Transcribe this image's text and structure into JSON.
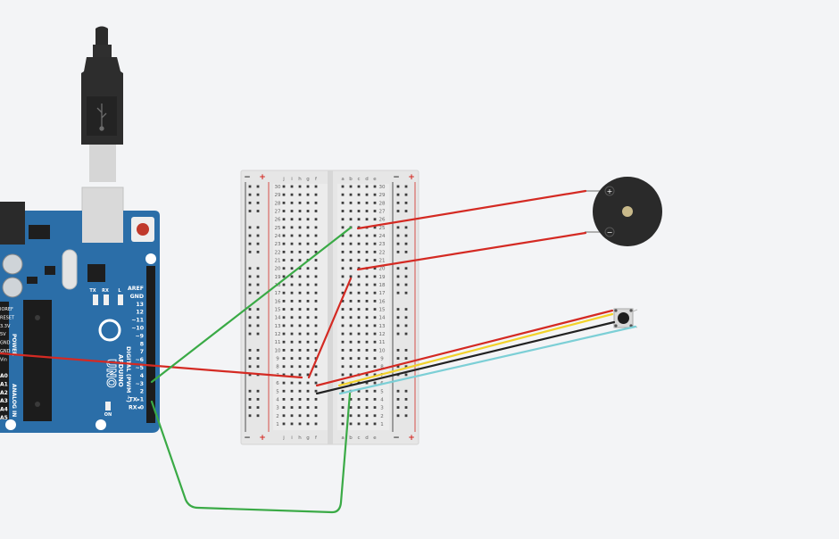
{
  "arduino": {
    "brand": "ARDUINO",
    "model": "UNO",
    "header_digital_title": "DIGITAL (PWM ~)",
    "header_power_title": "POWER",
    "header_analog_title": "ANALOG IN",
    "on_label": "ON",
    "tx_label": "TX",
    "rx_label": "RX",
    "l_label": "L",
    "digital_pins": [
      "AREF",
      "GND",
      "13",
      "12",
      "~11",
      "~10",
      "~9",
      "8",
      "7",
      "~6",
      "~5",
      "4",
      "~3",
      "2",
      "TX▸1",
      "RX◂0"
    ],
    "power_pins": [
      "IOREF",
      "RESET",
      "3.3V",
      "5V",
      "GND",
      "GND",
      "Vin"
    ],
    "analog_pins": [
      "A0",
      "A1",
      "A2",
      "A3",
      "A4",
      "A5"
    ]
  },
  "breadboard": {
    "column_letters_left": [
      "f",
      "g",
      "h",
      "i",
      "j"
    ],
    "column_letters_right": [
      "a",
      "b",
      "c",
      "d",
      "e"
    ],
    "row_numbers": [
      "30",
      "29",
      "28",
      "27",
      "26",
      "25",
      "24",
      "23",
      "22",
      "21",
      "20",
      "19",
      "18",
      "17",
      "16",
      "15",
      "14",
      "13",
      "12",
      "11",
      "10",
      "9",
      "8",
      "7",
      "6",
      "5",
      "4",
      "3",
      "2",
      "1"
    ],
    "rail_minus": "−",
    "rail_plus": "+"
  },
  "buzzer": {
    "plus_label": "+",
    "minus_label": "−"
  },
  "colors": {
    "background": "#f3f4f6",
    "board_blue": "#2b6ea8",
    "wire_red": "#d42a23",
    "wire_green": "#3aaa46",
    "wire_black": "#222222",
    "wire_yellow": "#f2d22a",
    "wire_cyan": "#7ccfd6",
    "breadboard": "#e6e6e6"
  },
  "icons": [
    "usb-cable-icon",
    "usb-symbol-icon",
    "reset-button-icon",
    "buzzer-icon",
    "pushbutton-icon"
  ]
}
